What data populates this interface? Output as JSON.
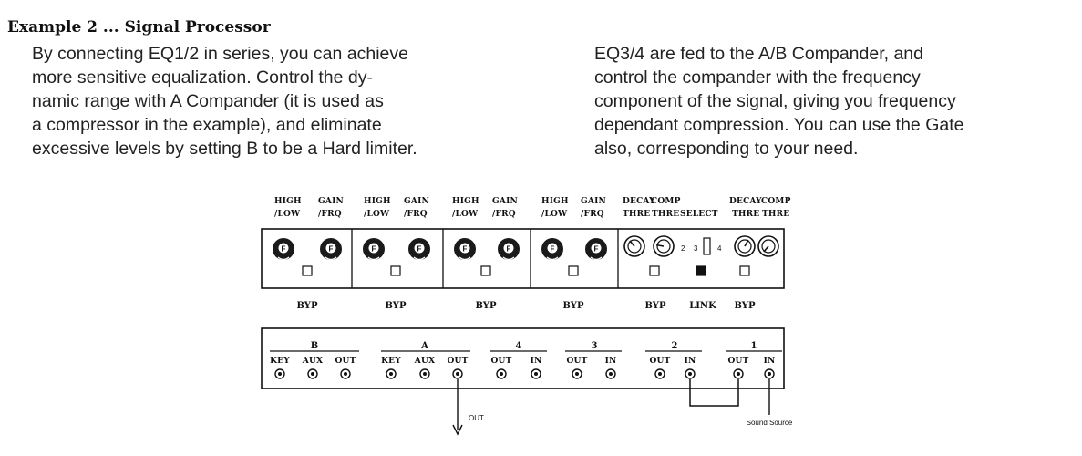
{
  "heading": "Example 2 ... Signal Processor",
  "left_paragraph": [
    "By connecting EQ1/2 in series, you can achieve",
    "more sensitive equalization. Control the dy-",
    "namic range with A Compander (it is used as",
    "a compressor in the example), and eliminate",
    "excessive levels by setting B to be a Hard limiter."
  ],
  "right_paragraph": [
    "EQ3/4 are fed to the A/B Compander, and",
    "control the compander with the frequency",
    "component of the signal, giving you frequency",
    "dependant compression. You can use the Gate",
    "also, corresponding to your need."
  ],
  "panel": {
    "eq_top": [
      "HIGH",
      "GAIN"
    ],
    "eq_bottom": [
      "/LOW",
      "/FRQ"
    ],
    "knob_letter": "F",
    "comp_top": [
      "DECAY",
      "COMP"
    ],
    "comp_bottom": [
      "THRE",
      "THRE"
    ],
    "select": "SELECT",
    "select_nums": [
      "2",
      "3",
      "4"
    ],
    "byp": "BYP",
    "link": "LINK"
  },
  "jacks": {
    "groups": [
      {
        "name": "B",
        "labels": [
          "KEY",
          "AUX",
          "OUT"
        ]
      },
      {
        "name": "A",
        "labels": [
          "KEY",
          "AUX",
          "OUT"
        ]
      },
      {
        "name": "4",
        "labels": [
          "OUT",
          "IN"
        ]
      },
      {
        "name": "3",
        "labels": [
          "OUT",
          "IN"
        ]
      },
      {
        "name": "2",
        "labels": [
          "OUT",
          "IN"
        ]
      },
      {
        "name": "1",
        "labels": [
          "OUT",
          "IN"
        ]
      }
    ],
    "out_label": "OUT",
    "source_label": "Sound Source"
  }
}
